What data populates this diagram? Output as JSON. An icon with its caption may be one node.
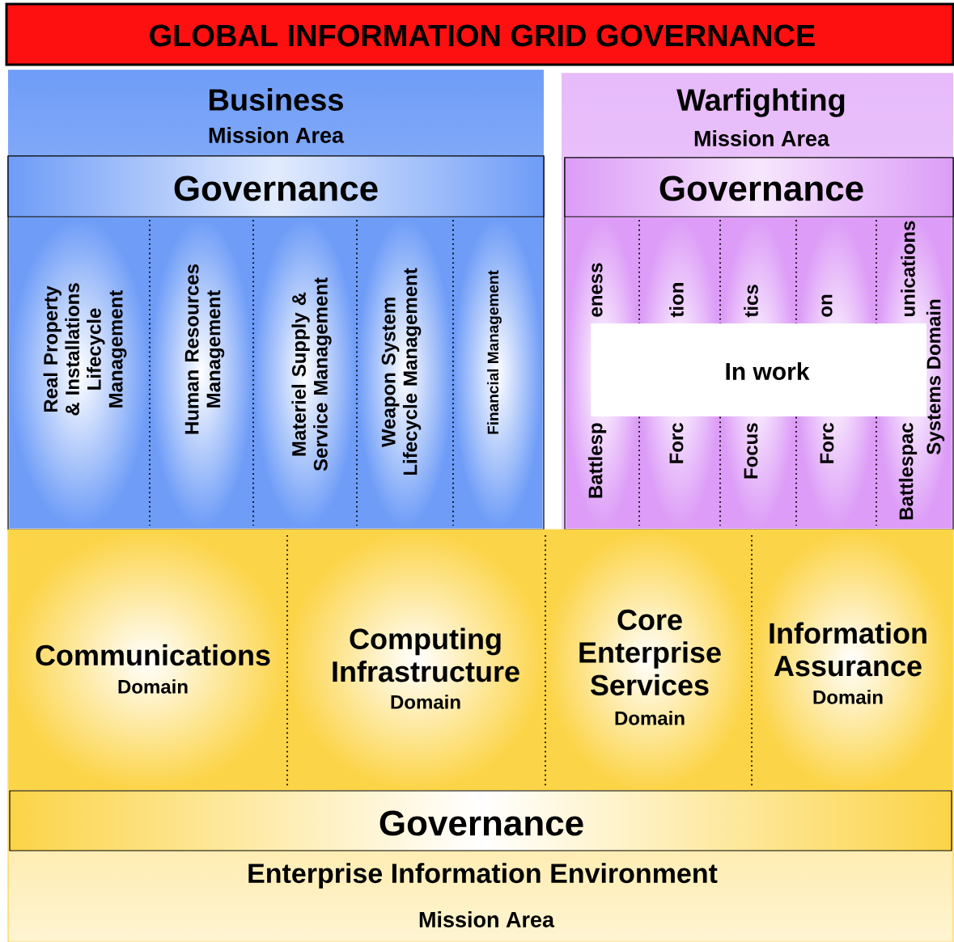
{
  "diagram": {
    "nodes": [
      {
        "text": [
          "GLOBAL INFORMATION GRID GOVERNANCE"
        ]
      },
      {
        "text": [
          "Business",
          "Mission Area"
        ]
      },
      {
        "text": [
          "Governance"
        ],
        "in": 1
      },
      {
        "text": [
          "Real Property & Installations Lifecycle Management"
        ],
        "in": 1
      },
      {
        "text": [
          "Human Resources Management"
        ],
        "in": 1
      },
      {
        "text": [
          "Materiel Supply & Service Management"
        ],
        "in": 1
      },
      {
        "text": [
          "Weapon System Lifecycle Management"
        ],
        "in": 1
      },
      {
        "text": [
          "Financial Management"
        ],
        "in": 1
      },
      {
        "text": [
          "Warfighting",
          "Mission Area"
        ]
      },
      {
        "text": [
          "Governance"
        ],
        "in": 8
      },
      {
        "text": [
          "Battlesp",
          "eness"
        ],
        "in": 8
      },
      {
        "text": [
          "Forc",
          "tion"
        ],
        "in": 8
      },
      {
        "text": [
          "Focus",
          "tics"
        ],
        "in": 8
      },
      {
        "text": [
          "Forc",
          "on"
        ],
        "in": 8
      },
      {
        "text": [
          "Battlespac",
          "unications",
          "Systems Domain"
        ],
        "in": 8
      },
      {
        "text": [
          "In work"
        ],
        "in": 8
      },
      {
        "text": [
          "Enterprise Information Environment",
          "Mission Area"
        ]
      },
      {
        "text": [
          "Communications",
          "Domain"
        ],
        "in": 16
      },
      {
        "text": [
          "Computing Infrastructure",
          "Domain"
        ],
        "in": 16
      },
      {
        "text": [
          "Core Enterprise Services",
          "Domain"
        ],
        "in": 16
      },
      {
        "text": [
          "Information Assurance",
          "Domain"
        ],
        "in": 16
      },
      {
        "text": [
          "Governance"
        ],
        "in": 16
      }
    ]
  }
}
